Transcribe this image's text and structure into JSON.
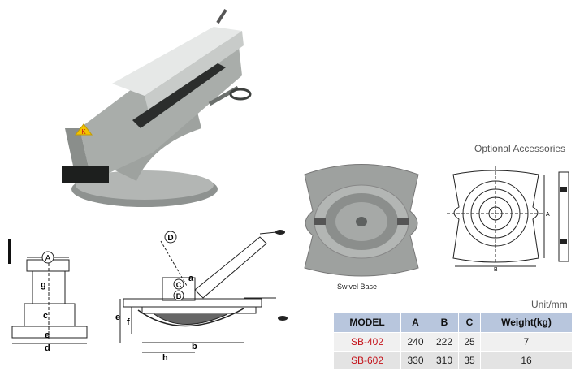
{
  "captions": {
    "optional_accessories": "Optional Accessories",
    "swivel_base": "Swivel  Base",
    "unit": "Unit/mm"
  },
  "drawing_labels": {
    "front_view": {
      "A": "A",
      "g": "g",
      "c": "c",
      "e": "e",
      "d": "d"
    },
    "side_view": {
      "D": "D",
      "C": "C",
      "B": "B",
      "a": "a",
      "e": "e",
      "f": "f",
      "h": "h",
      "b": "b"
    },
    "accessory_drawing": {
      "A": "A",
      "B": "B"
    }
  },
  "logo_text": "K",
  "colors": {
    "table_header_bg": "#b8c6dd",
    "row1_bg": "#f0f0f0",
    "row2_bg": "#e3e3e3",
    "model_text": "#c4121a",
    "vise_body": "#a9adaa"
  },
  "spec_table": {
    "headers": {
      "model": "MODEL",
      "a": "A",
      "b": "B",
      "c": "C",
      "weight": "Weight(kg)"
    },
    "rows": [
      {
        "model": "SB-402",
        "a": "240",
        "b": "222",
        "c": "25",
        "weight": "7"
      },
      {
        "model": "SB-602",
        "a": "330",
        "b": "310",
        "c": "35",
        "weight": "16"
      }
    ]
  }
}
